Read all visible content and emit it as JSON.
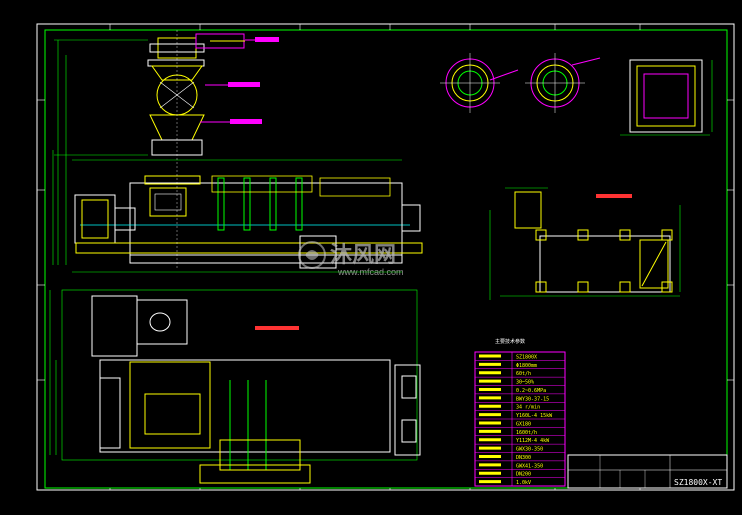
{
  "watermark": {
    "brand": "沐风网",
    "url": "www.mfcad.com"
  },
  "table": {
    "header_label": "主要技术参数",
    "model": "SZ1800X",
    "rows": [
      "SZ1800X",
      "Φ1800mm",
      "60t/h",
      "30~50%",
      "0.2~0.6MPa",
      "BWY30-37-15",
      "34 r/min",
      "Y160L-4 15kW",
      "GX180",
      "1600t/h",
      "Y112M-4 4kW",
      "GWX30-350",
      "DN300",
      "GWX41-350",
      "DN200",
      "1.0kV"
    ]
  },
  "title_block": {
    "title": "SZ1800X-XT"
  },
  "colors": {
    "background": "#000000",
    "yellow": "#ffff00",
    "green": "#00ff00",
    "cyan": "#00ffff",
    "magenta": "#ff00ff",
    "white": "#ffffff",
    "red": "#ff3333"
  }
}
